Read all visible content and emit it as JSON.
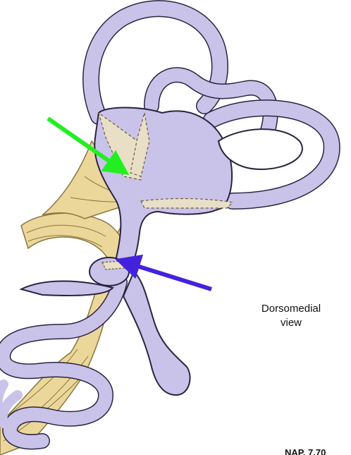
{
  "caption": {
    "line1": "Dorsomedial",
    "line2": "view"
  },
  "corner_label": "NAP. 7.70",
  "colors": {
    "labyrinth": "#c9c3ea",
    "labyrinth_outline": "#2a2440",
    "nerve": "#ecd79a",
    "nerve_stroke": "#8a7440",
    "macula": "#e8dfc6",
    "green_arrow": "#22ee22",
    "blue_arrow": "#4422dd"
  },
  "icons": [
    "green-arrow-icon",
    "blue-arrow-icon"
  ]
}
